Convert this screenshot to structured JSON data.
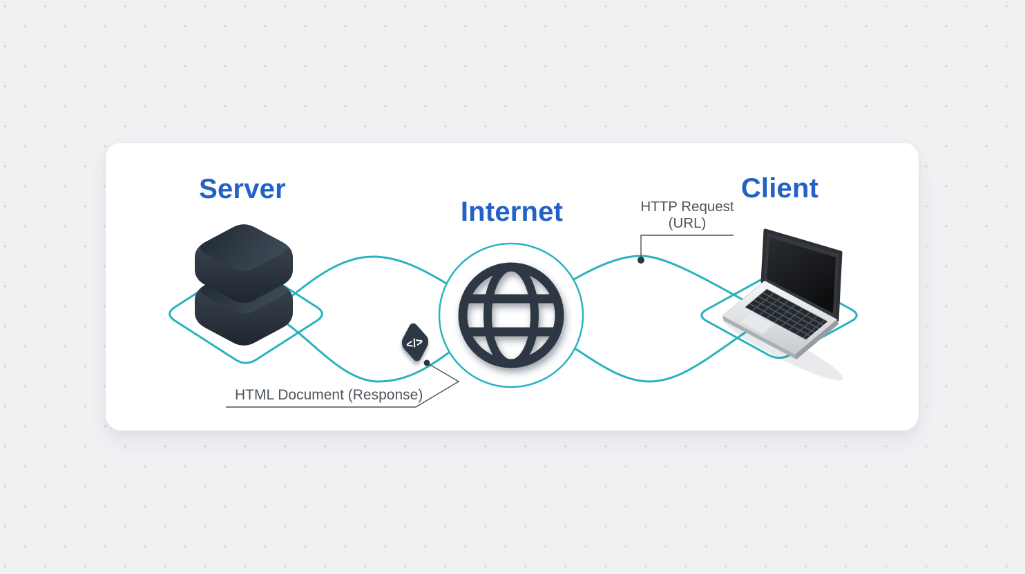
{
  "colors": {
    "accent_teal": "#29b2bf",
    "dark_navy": "#2d3845",
    "title_blue": "#2361c6",
    "annotation_gray": "#4d545c",
    "page_background": "#f0f1f3",
    "card_background": "#ffffff",
    "pattern_dot": "#d5d8dc"
  },
  "nodes": {
    "server": {
      "label": "Server",
      "icon": "database-server-icon"
    },
    "internet": {
      "label": "Internet",
      "icon": "globe-icon"
    },
    "client": {
      "label": "Client",
      "icon": "laptop-icon"
    }
  },
  "annotations": {
    "http_request": {
      "line1": "HTTP Request",
      "line2": "(URL)"
    },
    "html_response": {
      "label": "HTML Document (Response)"
    }
  },
  "icons": {
    "code_badge": {
      "name": "code-badge-icon",
      "glyph": "</>"
    }
  }
}
